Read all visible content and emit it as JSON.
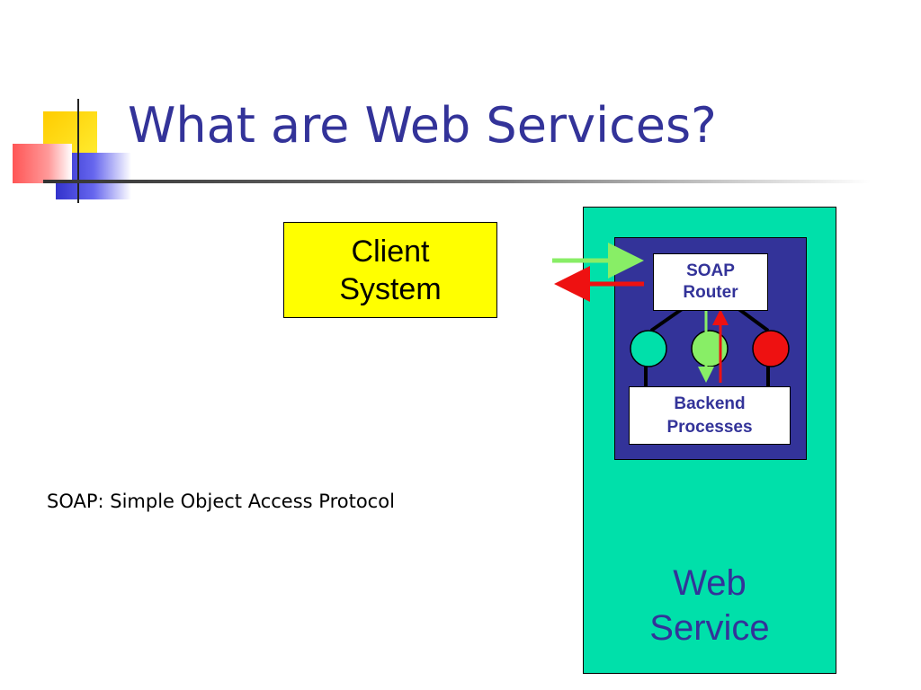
{
  "title": "What are Web Services?",
  "client": {
    "line1": "Client",
    "line2": "System"
  },
  "footnote": "SOAP: Simple Object Access Protocol",
  "web_service": {
    "line1": "Web",
    "line2": "Service"
  },
  "soap_router": {
    "line1": "SOAP",
    "line2": "Router"
  },
  "backend": {
    "line1": "Backend",
    "line2": "Processes"
  },
  "colors": {
    "title": "#333399",
    "client_box": "#ffff00",
    "web_service": "#00e0aa",
    "inner_panel": "#333399",
    "request_arrow": "#88ee66",
    "response_arrow": "#ee1111",
    "node_left": "#00e0aa",
    "node_middle": "#88ee66",
    "node_right": "#ee1111"
  }
}
